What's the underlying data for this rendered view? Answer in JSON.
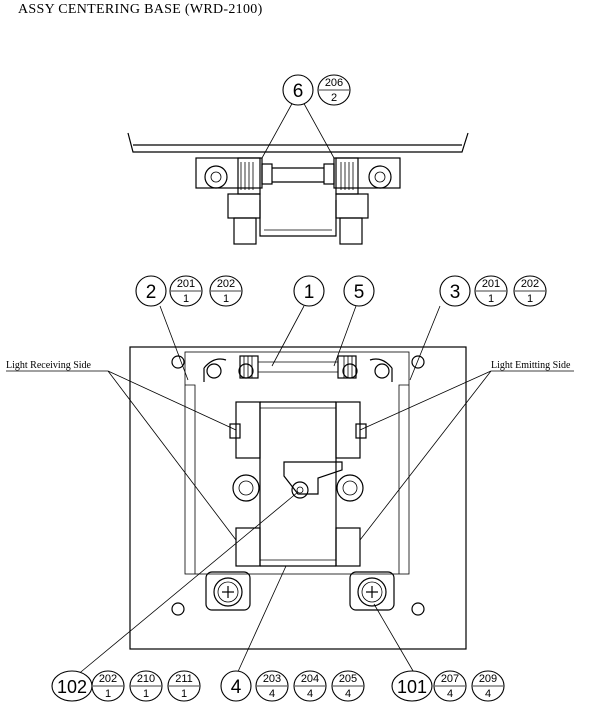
{
  "title": "ASSY CENTERING BASE (WRD-2100)",
  "side_labels": {
    "left": "Light Receiving Side",
    "right": "Light Emitting Side"
  },
  "callouts": {
    "c6": {
      "item": "6",
      "parts": [
        {
          "top": "206",
          "bottom": "2"
        }
      ]
    },
    "c2": {
      "item": "2",
      "parts": [
        {
          "top": "201",
          "bottom": "1"
        },
        {
          "top": "202",
          "bottom": "1"
        }
      ]
    },
    "c1": {
      "item": "1",
      "parts": []
    },
    "c5": {
      "item": "5",
      "parts": []
    },
    "c3": {
      "item": "3",
      "parts": [
        {
          "top": "201",
          "bottom": "1"
        },
        {
          "top": "202",
          "bottom": "1"
        }
      ]
    },
    "c102": {
      "item": "102",
      "parts": [
        {
          "top": "202",
          "bottom": "1"
        },
        {
          "top": "210",
          "bottom": "1"
        },
        {
          "top": "211",
          "bottom": "1"
        }
      ]
    },
    "c4": {
      "item": "4",
      "parts": [
        {
          "top": "203",
          "bottom": "4"
        },
        {
          "top": "204",
          "bottom": "4"
        },
        {
          "top": "205",
          "bottom": "4"
        }
      ]
    },
    "c101": {
      "item": "101",
      "parts": [
        {
          "top": "207",
          "bottom": "4"
        },
        {
          "top": "209",
          "bottom": "4"
        }
      ]
    }
  }
}
